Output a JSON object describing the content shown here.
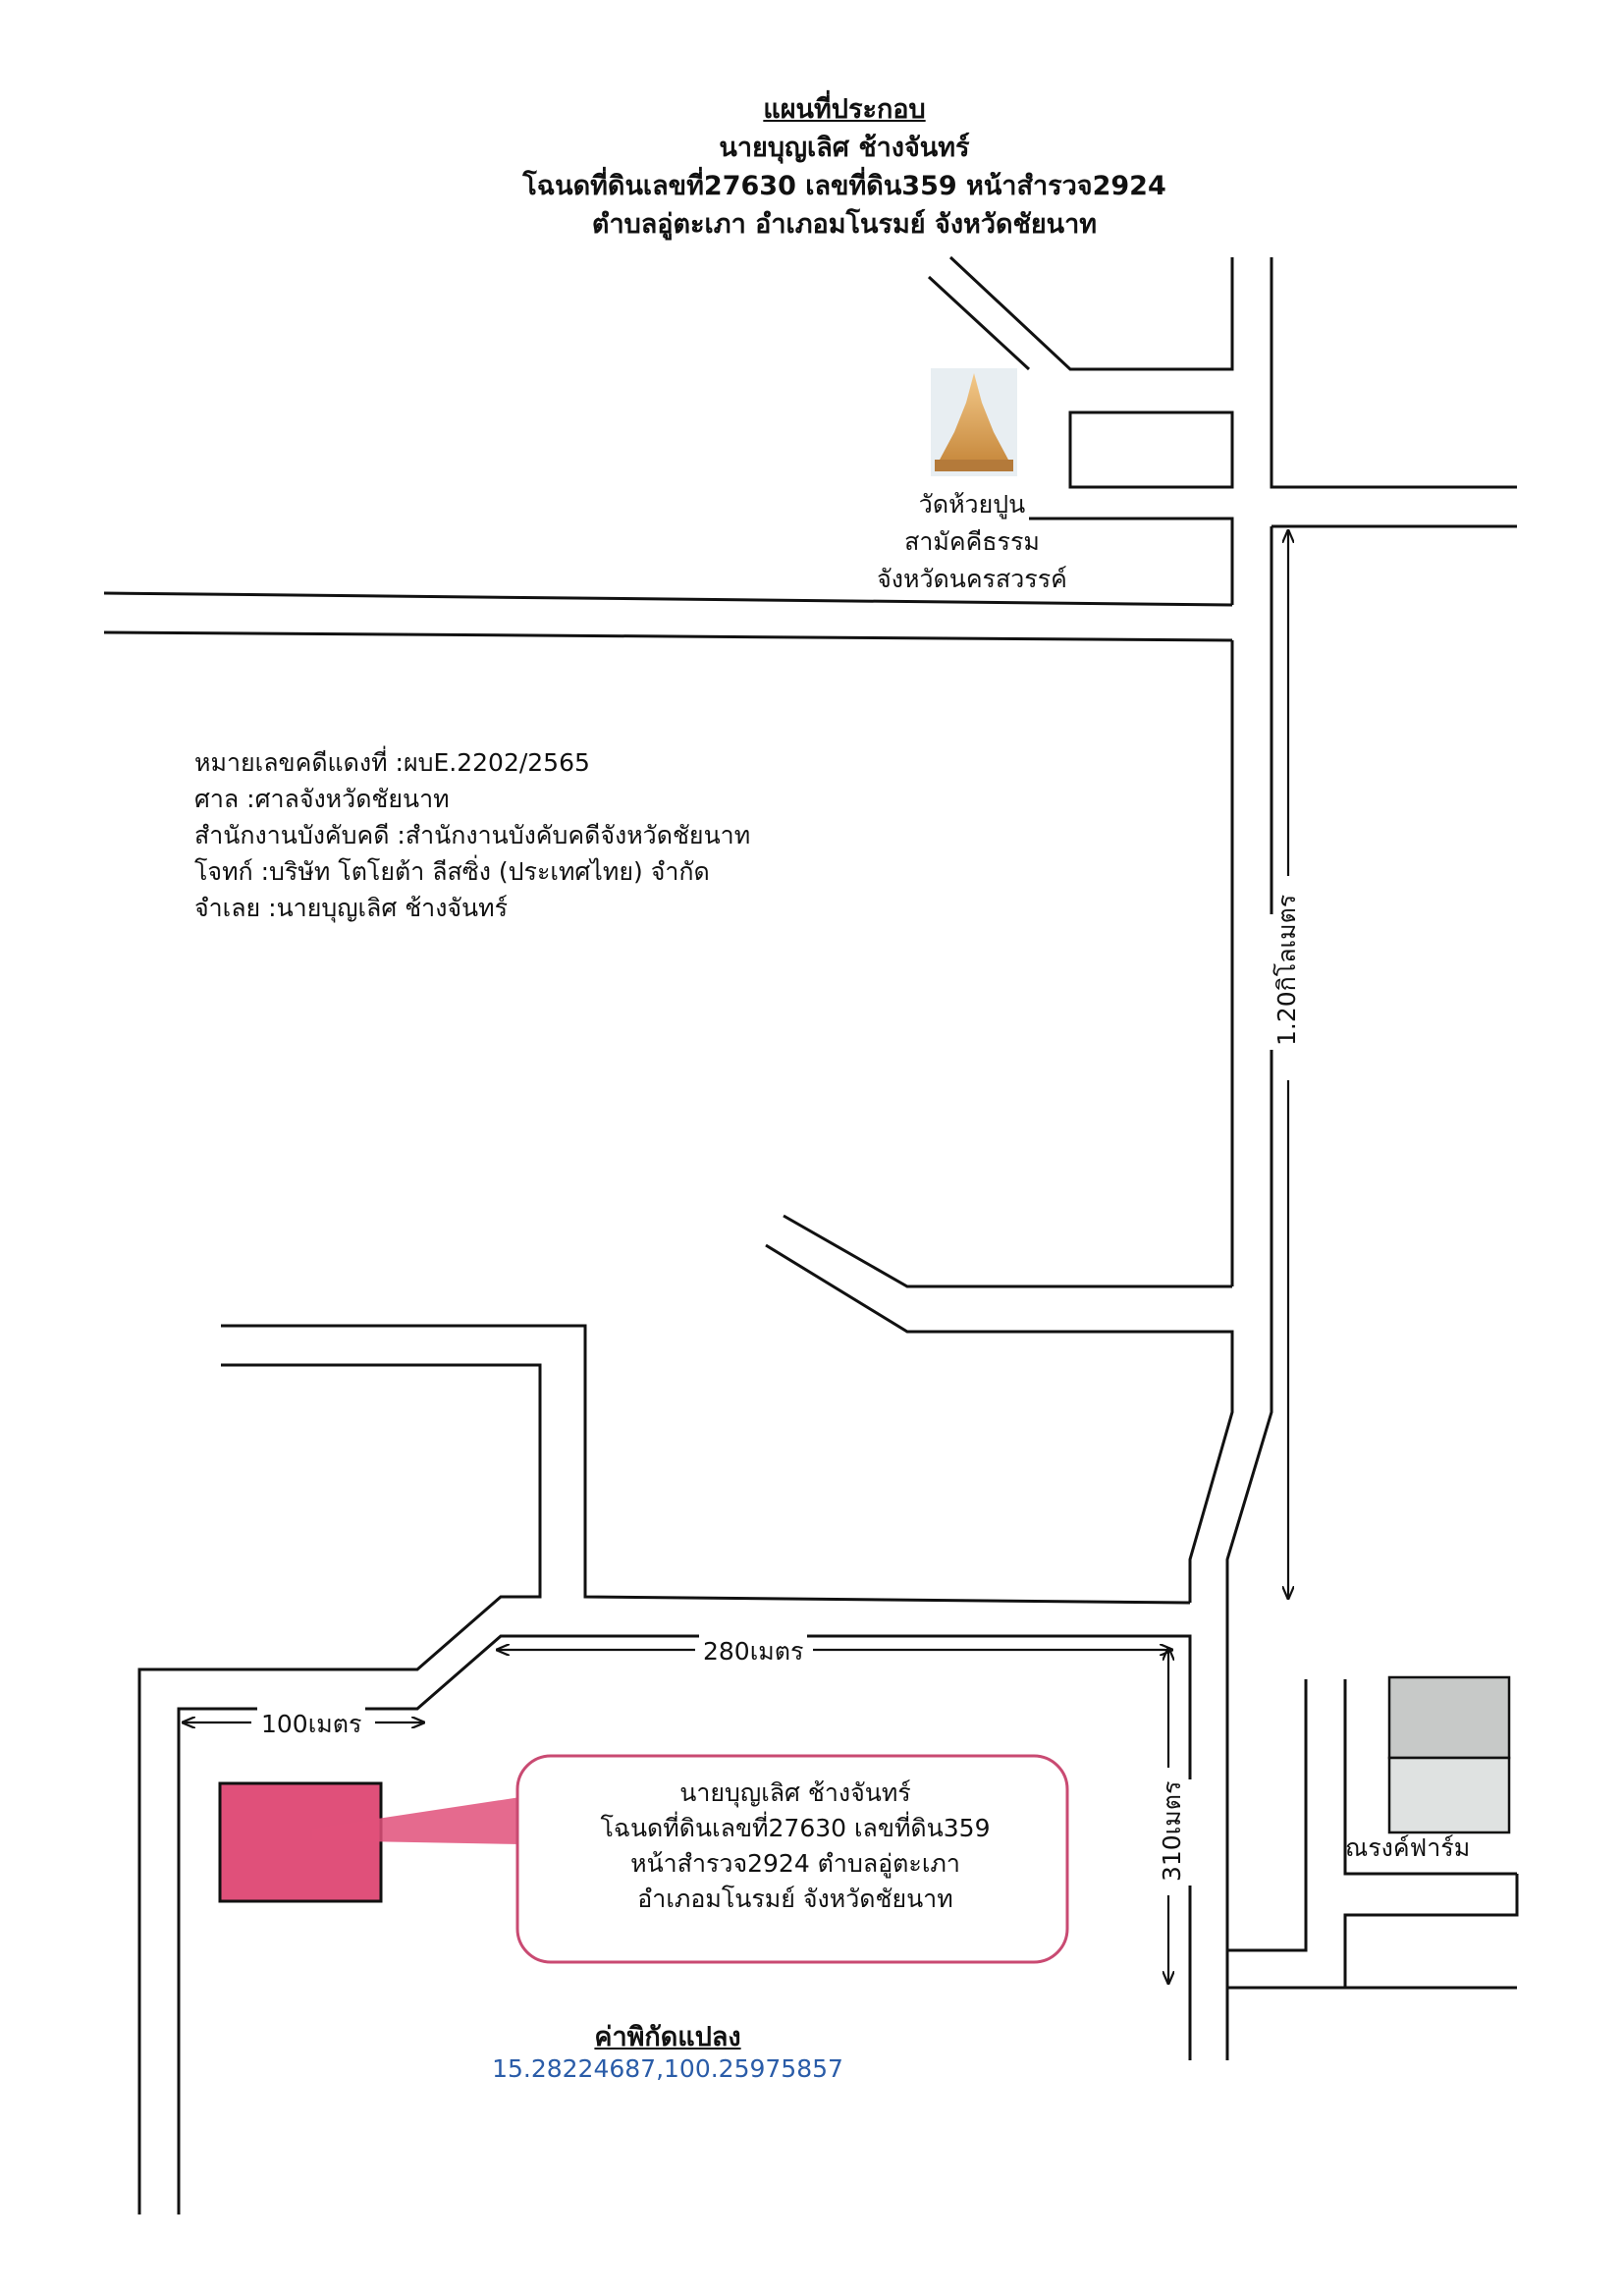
{
  "title": {
    "heading": "แผนที่ประกอบ",
    "owner": "นายบุญเลิศ ช้างจันทร์",
    "deed": "โฉนดที่ดินเลขที่27630 เลขที่ดิน359 หน้าสำรวจ2924",
    "location": "ตำบลอู่ตะเภา อำเภอมโนรมย์ จังหวัดชัยนาท"
  },
  "case_info": [
    "หมายเลขคดีแดงที่ :ผบE.2202/2565",
    "ศาล :ศาลจังหวัดชัยนาท",
    "สำนักงานบังคับคดี :สำนักงานบังคับคดีจังหวัดชัยนาท",
    "โจทก์ :บริษัท โตโยต้า ลีสซิ่ง (ประเทศไทย) จำกัด",
    "จำเลย :นายบุญเลิศ ช้างจันทร์"
  ],
  "landmarks": {
    "temple": [
      "วัดห้วยปูน",
      "สามัคคีธรรม",
      "จังหวัดนครสวรรค์"
    ],
    "farm": "ณรงค์ฟาร์ม"
  },
  "callout": [
    "นายบุญเลิศ ช้างจันทร์",
    "โฉนดที่ดินเลขที่27630 เลขที่ดิน359",
    "หน้าสำรวจ2924 ตำบลอู่ตะเภา",
    "อำเภอมโนรมย์ จังหวัดชัยนาท"
  ],
  "distances": {
    "main_road": "1.20กิโลเมตร",
    "horizontal": "280เมตร",
    "vertical": "310เมตร",
    "to_plot": "100เมตร"
  },
  "coordinates": {
    "title": "ค่าพิกัดแปลง",
    "value": "15.28224687,100.25975857"
  },
  "colors": {
    "plot": "#e0507a",
    "callout_border": "#c94a72",
    "coordinate_text": "#2a5ca8",
    "road": "#111111"
  }
}
